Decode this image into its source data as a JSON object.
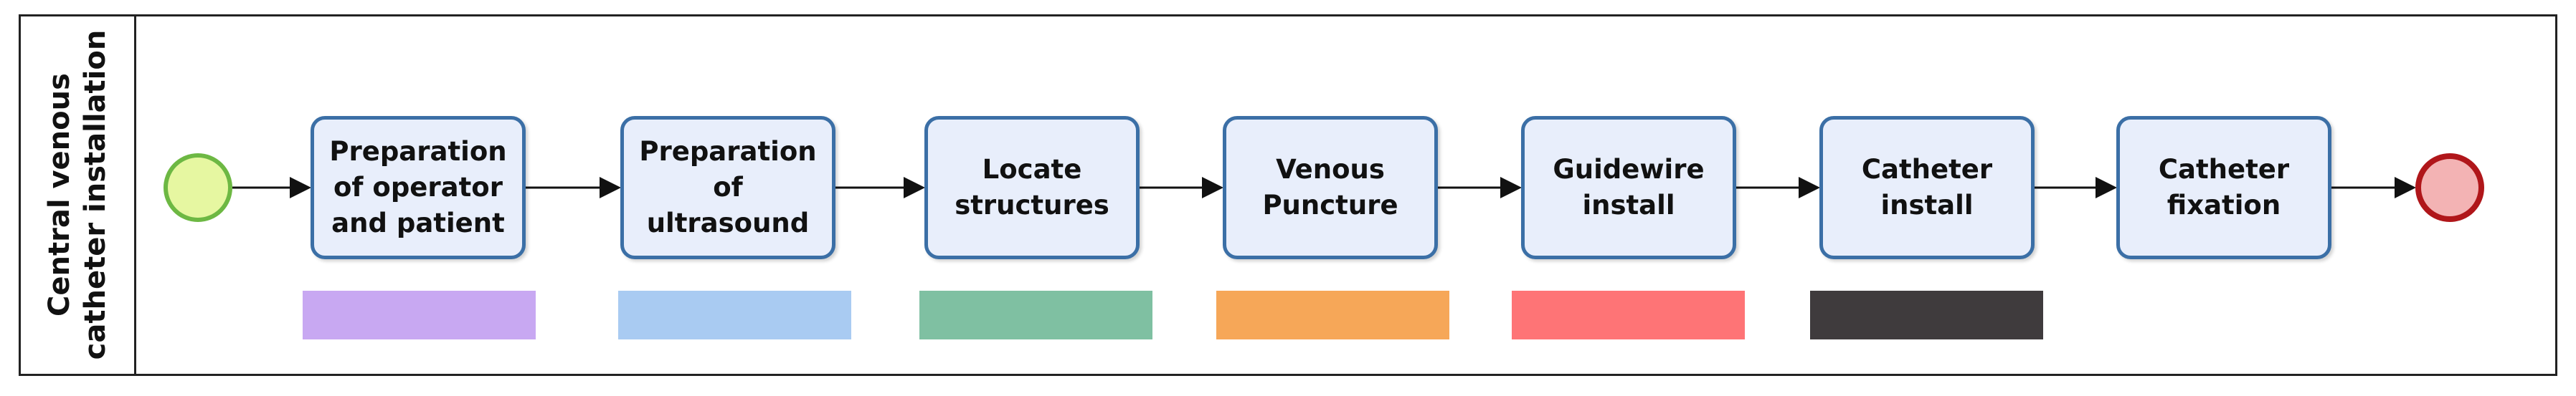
{
  "lane": {
    "label_line1": "Central venous",
    "label_line2": "catheter installation"
  },
  "tasks": [
    {
      "lines": [
        "Preparation",
        "of operator",
        "and patient"
      ]
    },
    {
      "lines": [
        "Preparation",
        "of",
        "ultrasound"
      ]
    },
    {
      "lines": [
        "Locate",
        "structures"
      ]
    },
    {
      "lines": [
        "Venous",
        "Puncture"
      ]
    },
    {
      "lines": [
        "Guidewire",
        "install"
      ]
    },
    {
      "lines": [
        "Catheter",
        "install"
      ]
    },
    {
      "lines": [
        "Catheter",
        "fixation"
      ]
    }
  ],
  "color_bars": [
    "#c8a8f2",
    "#a9cbf2",
    "#7fc0a2",
    "#f6a758",
    "#fe7476",
    "#3f3b3d"
  ],
  "colors": {
    "start_fill": "#e6f7a1",
    "start_stroke": "#6db843",
    "end_fill": "#f3b3b4",
    "end_stroke": "#b0161a",
    "task_fill": "#e8eefb",
    "task_stroke": "#3b6fa6"
  }
}
